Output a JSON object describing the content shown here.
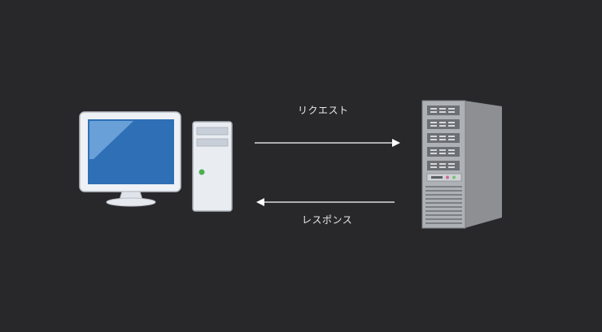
{
  "diagram": {
    "request_label": "リクエスト",
    "response_label": "レスポンス",
    "nodes": [
      {
        "id": "client",
        "icon": "desktop-computer-icon"
      },
      {
        "id": "server",
        "icon": "server-tower-icon"
      }
    ],
    "edges": [
      {
        "from": "client",
        "to": "server",
        "label_key": "request_label"
      },
      {
        "from": "server",
        "to": "client",
        "label_key": "response_label"
      }
    ],
    "colors": {
      "background": "#28282b",
      "screen": "#2f6fb6",
      "arrow": "#ffffff",
      "server": "#8d8f92"
    }
  }
}
